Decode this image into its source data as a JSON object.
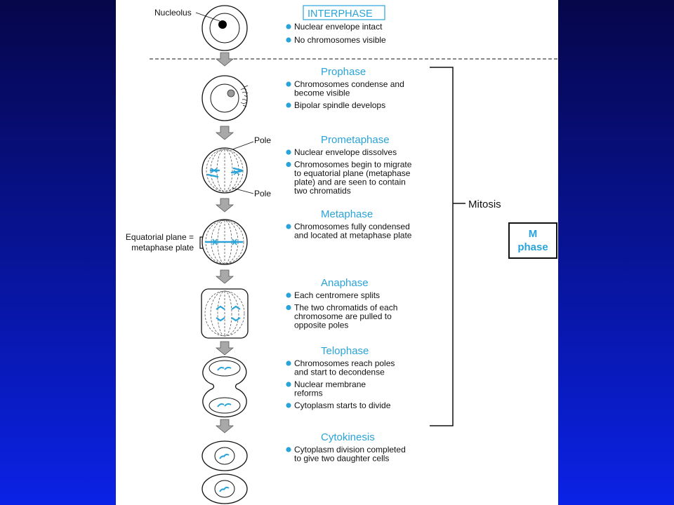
{
  "colors": {
    "background_top": "#06064a",
    "background_bottom": "#0a22e6",
    "panel": "#ffffff",
    "accent": "#2aa3d8",
    "chromosome": "#2aa3d8",
    "ink": "#111111",
    "arrow_fill": "#a8a8a8"
  },
  "interphase": {
    "title": "INTERPHASE",
    "nucleolus_label": "Nucleolus",
    "bullets": [
      "Nuclear envelope intact",
      "No chromosomes visible"
    ]
  },
  "phases": [
    {
      "name": "Prophase",
      "bullets": [
        [
          "Chromosomes condense and",
          "become visible"
        ],
        [
          "Bipolar spindle develops"
        ]
      ]
    },
    {
      "name": "Prometaphase",
      "bullets": [
        [
          "Nuclear envelope dissolves"
        ],
        [
          "Chromosomes begin to migrate",
          "to equatorial plane (metaphase",
          "plate) and are seen to contain",
          "two chromatids"
        ]
      ]
    },
    {
      "name": "Metaphase",
      "bullets": [
        [
          "Chromosomes fully condensed",
          "and located at metaphase plate"
        ]
      ]
    },
    {
      "name": "Anaphase",
      "bullets": [
        [
          "Each centromere splits"
        ],
        [
          "The two chromatids of each",
          "chromosome are pulled to",
          "opposite poles"
        ]
      ]
    },
    {
      "name": "Telophase",
      "bullets": [
        [
          "Chromosomes reach poles",
          "and start to decondense"
        ],
        [
          "Nuclear membrane",
          "reforms"
        ],
        [
          "Cytoplasm starts to divide"
        ]
      ]
    },
    {
      "name": "Cytokinesis",
      "bullets": [
        [
          "Cytoplasm division completed",
          "to give two daughter cells"
        ]
      ]
    }
  ],
  "labels": {
    "pole_top": "Pole",
    "pole_bottom": "Pole",
    "equatorial_line1": "Equatorial plane =",
    "equatorial_line2": "metaphase plate",
    "mitosis": "Mitosis",
    "m_phase_line1": "M",
    "m_phase_line2": "phase"
  }
}
